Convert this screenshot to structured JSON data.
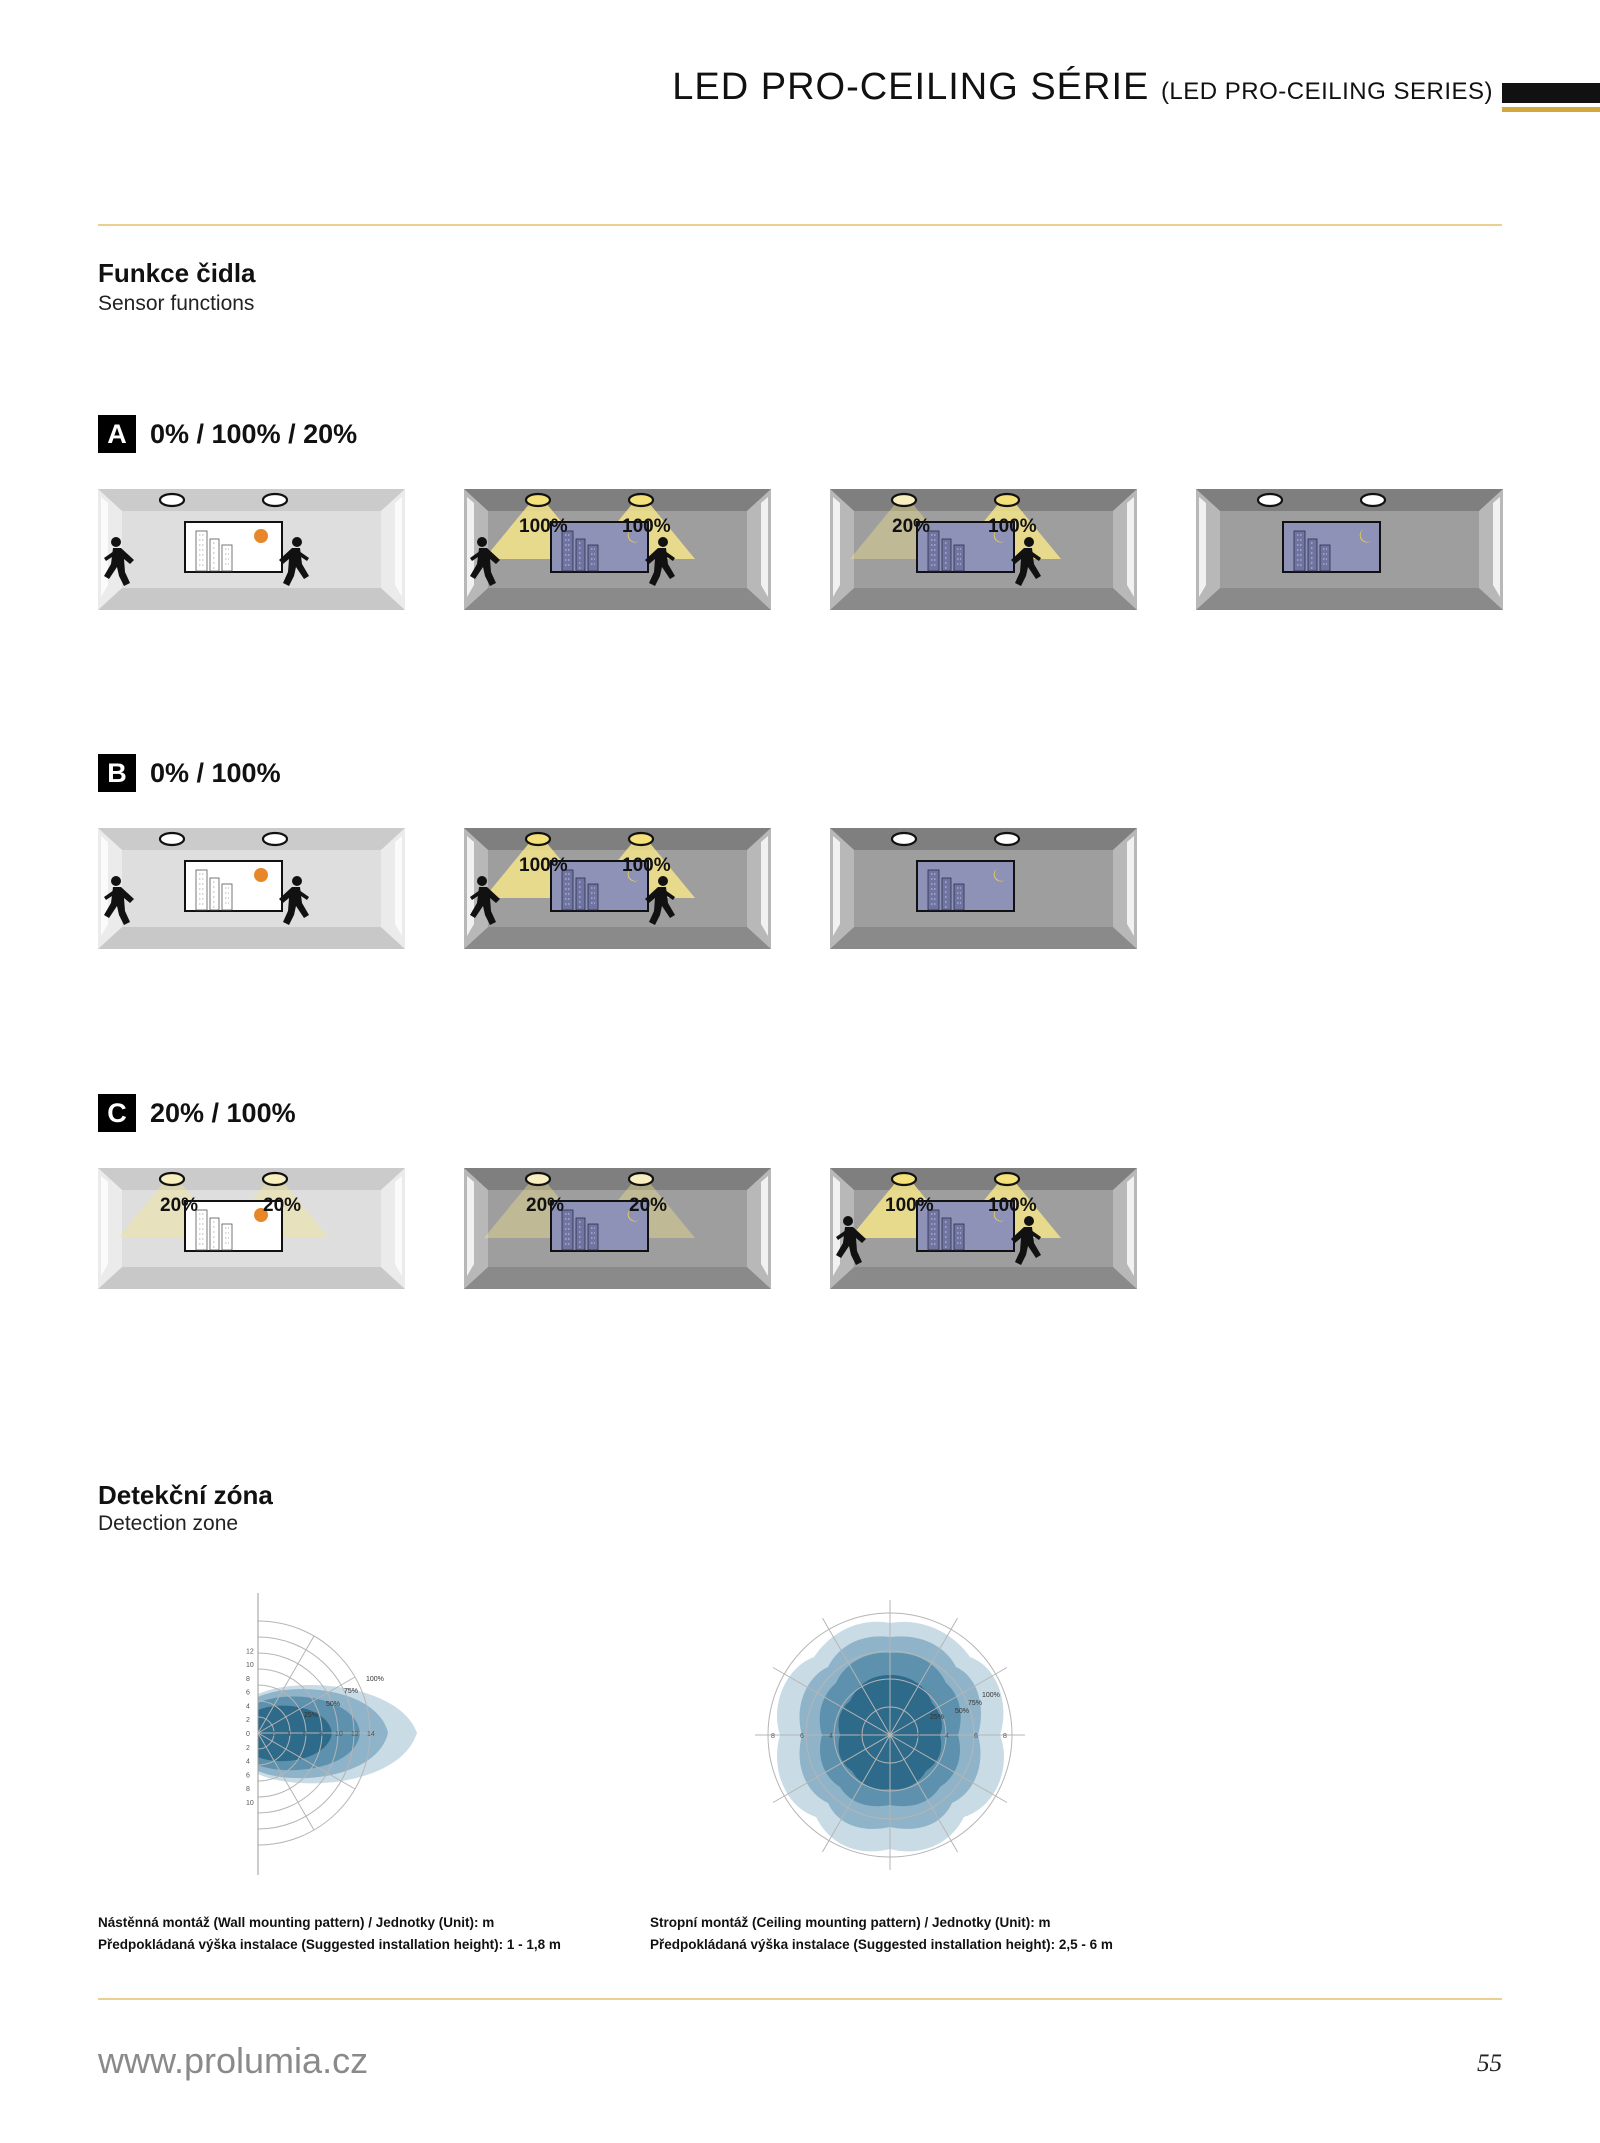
{
  "header": {
    "title": "LED PRO-CEILING SÉRIE",
    "subtitle": "(LED PRO-CEILING SERIES)"
  },
  "sensor": {
    "title": "Funkce čidla",
    "subtitle": "Sensor functions"
  },
  "modes": [
    {
      "letter": "A",
      "label": "0% / 100% / 20%",
      "scenes": [
        {
          "room": "day",
          "sky": "sun",
          "lamps": "off",
          "people": 2,
          "labels": []
        },
        {
          "room": "dusk",
          "sky": "moon",
          "lamps": "full",
          "people": 2,
          "labels": [
            "100%",
            "100%"
          ]
        },
        {
          "room": "dusk",
          "sky": "moon",
          "lamps": "mixed",
          "people": 1,
          "labels": [
            "20%",
            "100%"
          ]
        },
        {
          "room": "dusk",
          "sky": "moon",
          "lamps": "off",
          "people": 0,
          "labels": []
        }
      ]
    },
    {
      "letter": "B",
      "label": "0% / 100%",
      "scenes": [
        {
          "room": "day",
          "sky": "sun",
          "lamps": "off",
          "people": 2,
          "labels": []
        },
        {
          "room": "dusk",
          "sky": "moon",
          "lamps": "full",
          "people": 2,
          "labels": [
            "100%",
            "100%"
          ]
        },
        {
          "room": "dusk",
          "sky": "moon",
          "lamps": "off",
          "people": 0,
          "labels": []
        }
      ]
    },
    {
      "letter": "C",
      "label": "20% / 100%",
      "scenes": [
        {
          "room": "day",
          "sky": "sun",
          "lamps": "dim",
          "people": 0,
          "labels": [
            "20%",
            "20%"
          ]
        },
        {
          "room": "dusk",
          "sky": "moon",
          "lamps": "dim",
          "people": 0,
          "labels": [
            "20%",
            "20%"
          ]
        },
        {
          "room": "dusk",
          "sky": "moon",
          "lamps": "full",
          "people": 2,
          "labels": [
            "100%",
            "100%"
          ]
        }
      ]
    }
  ],
  "detection": {
    "title": "Detekční zóna",
    "subtitle": "Detection zone",
    "wall": {
      "y_ticks": [
        "12",
        "10",
        "8",
        "6",
        "4",
        "2",
        "0",
        "2",
        "4",
        "6",
        "8",
        "10"
      ],
      "x_ticks": [
        "2",
        "4",
        "6",
        "8",
        "10",
        "12",
        "14"
      ],
      "zone_labels": [
        "100%",
        "75%",
        "50%",
        "25%"
      ],
      "caption_line1": "Nástěnná montáž (Wall mounting pattern) / Jednotky (Unit): m",
      "caption_line2": "Předpokládaná výška instalace (Suggested installation height): 1 - 1,8 m"
    },
    "ceiling": {
      "x_ticks": [
        "8",
        "6",
        "4",
        "2",
        "2",
        "4",
        "6",
        "8"
      ],
      "zone_labels": [
        "100%",
        "75%",
        "50%",
        "25%"
      ],
      "caption_line1": "Stropní montáž (Ceiling mounting pattern) / Jednotky (Unit): m",
      "caption_line2": "Předpokládaná výška instalace (Suggested installation height): 2,5 - 6 m"
    }
  },
  "footer": {
    "url": "www.prolumia.cz",
    "page": "55"
  },
  "colors": {
    "accent_gold": "#d4a640",
    "rule_gold": "#eccf90",
    "room_day": "#dcdcdc",
    "room_dusk": "#a3a3a3",
    "night_sky": "#8e92b6",
    "sun": "#e8862a",
    "light_cone": "#f4e48a",
    "zone_dark": "#2e6a8a",
    "zone_light": "#c9dce6"
  }
}
